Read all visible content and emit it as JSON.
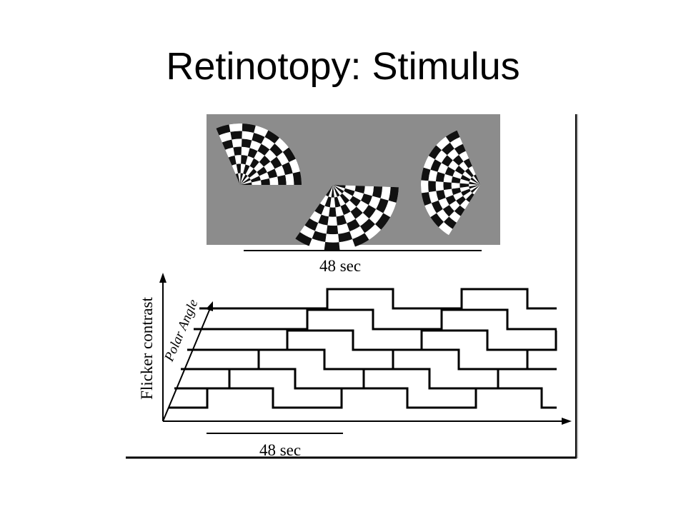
{
  "slide": {
    "title": "Retinotopy: Stimulus"
  },
  "figure": {
    "top_duration_label": "48 sec",
    "bottom_duration_label": "48 sec",
    "y_axis_label": "Flicker contrast",
    "diagonal_axis_label": "Polar Angle",
    "panel_color": "#8c8c8c",
    "wedges": [
      {
        "name": "wedge-upper-left"
      },
      {
        "name": "wedge-lower-middle"
      },
      {
        "name": "wedge-right"
      }
    ],
    "trace_count": 6
  }
}
